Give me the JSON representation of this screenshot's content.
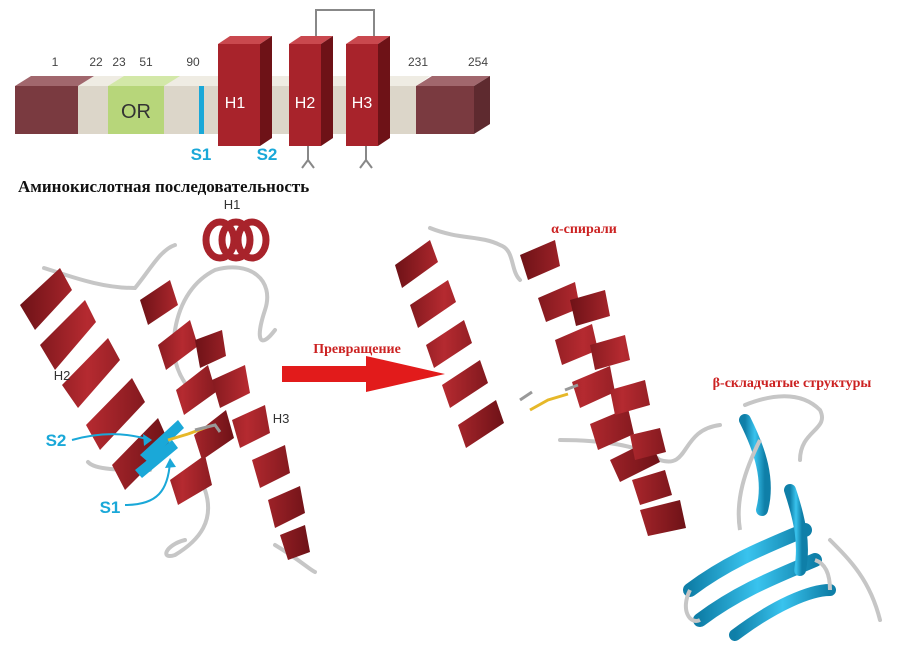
{
  "sequence": {
    "positions": [
      "1",
      "22",
      "23",
      "51",
      "90",
      "231",
      "254"
    ],
    "domain_or": "OR",
    "helices": [
      "H1",
      "H2",
      "H3"
    ],
    "strands": [
      "S1",
      "S2"
    ],
    "title": "Аминокислотная последовательность"
  },
  "left_structure": {
    "h1": "H1",
    "h2": "H2",
    "h3": "H3",
    "s1": "S1",
    "s2": "S2"
  },
  "transition_label": "Превращение",
  "right_structure": {
    "alpha_label": "α-спирали",
    "beta_label": "β-складчатые структуры"
  },
  "colors": {
    "helix_red": "#a8232b",
    "strand_blue": "#1aa8d8",
    "terminal_brown": "#7a3a40",
    "or_green": "#b7d67a",
    "backbone_gray": "#d8d3c8",
    "arrow_red": "#e21b1b"
  }
}
